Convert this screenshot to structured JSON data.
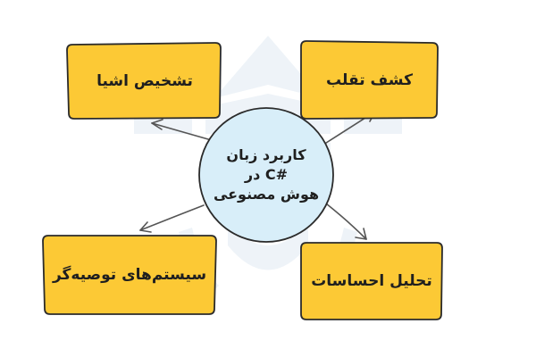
{
  "diagram": {
    "center": {
      "lines": [
        "کاربرد زبان",
        "#C در",
        "هوش مصنوعی"
      ]
    },
    "nodes": {
      "top_left": "تشخیص اشیا",
      "top_right": "کشف تقلب",
      "bottom_left": "سیستم‌های توصیه‌گر",
      "bottom_right": "تحلیل احساسات"
    },
    "colors": {
      "box_fill": "#fcc935",
      "box_stroke": "#2b2b2b",
      "circle_fill": "#d8eef9",
      "circle_stroke": "#2b2b2b",
      "arrow": "#555555",
      "watermark": "#eef3f8"
    }
  }
}
